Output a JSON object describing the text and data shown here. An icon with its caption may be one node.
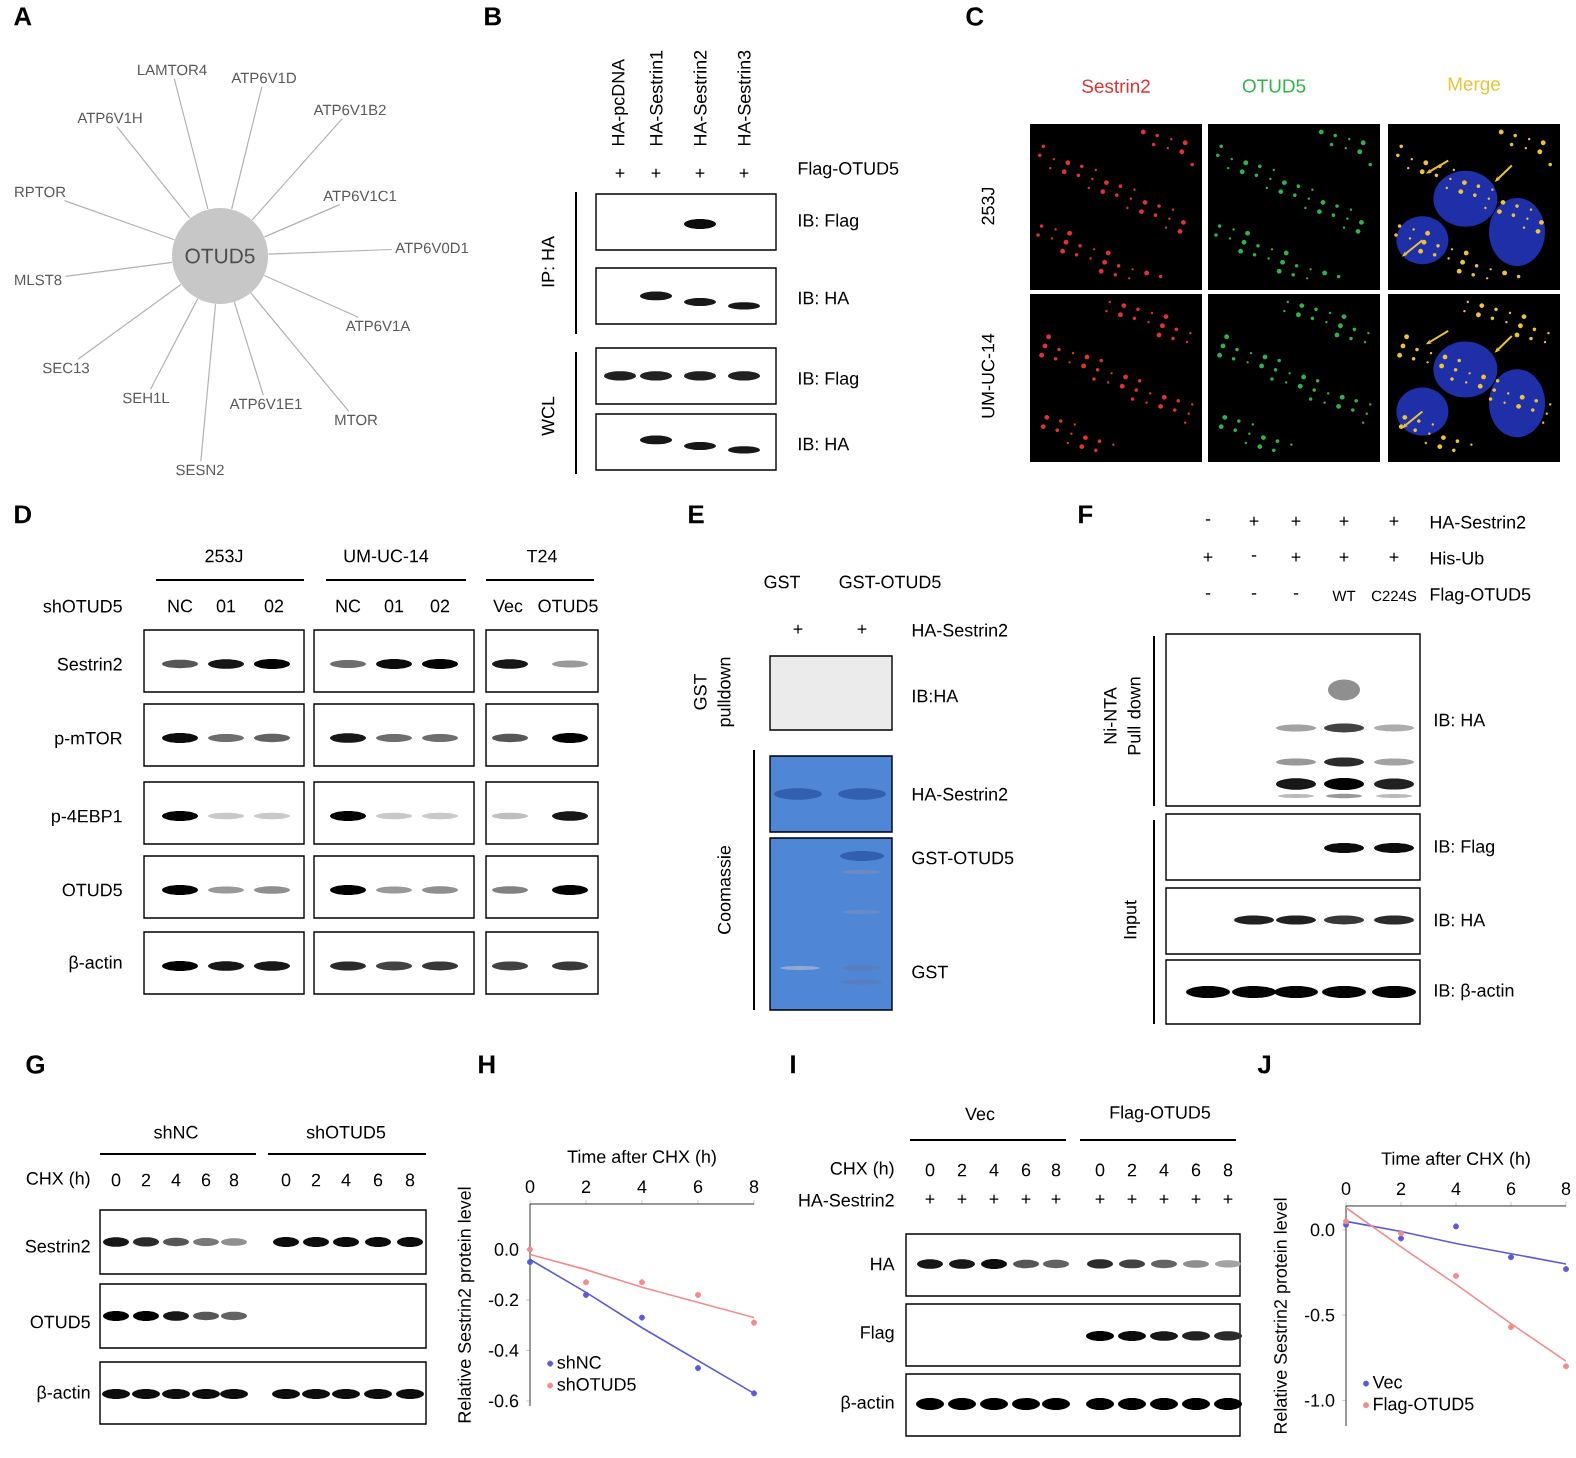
{
  "diagram": {
    "nodes": [
      {
        "text": [
          "OTUD5"
        ]
      },
      {
        "text": [
          "LAMTOR4"
        ]
      },
      {
        "text": [
          "ATP6V1D"
        ]
      },
      {
        "text": [
          "ATP6V1H"
        ]
      },
      {
        "text": [
          "ATP6V1B2"
        ]
      },
      {
        "text": [
          "RPTOR"
        ]
      },
      {
        "text": [
          "ATP6V1C1"
        ]
      },
      {
        "text": [
          "ATP6V0D1"
        ]
      },
      {
        "text": [
          "MLST8"
        ]
      },
      {
        "text": [
          "ATP6V1A"
        ]
      },
      {
        "text": [
          "SEC13"
        ]
      },
      {
        "text": [
          "SEH1L"
        ]
      },
      {
        "text": [
          "ATP6V1E1"
        ]
      },
      {
        "text": [
          "MTOR"
        ]
      },
      {
        "text": [
          "SESN2"
        ]
      }
    ],
    "edges": [
      {
        "from": 0,
        "to": 1,
        "arrow": "none"
      },
      {
        "from": 0,
        "to": 2,
        "arrow": "none"
      },
      {
        "from": 0,
        "to": 3,
        "arrow": "none"
      },
      {
        "from": 0,
        "to": 4,
        "arrow": "none"
      },
      {
        "from": 0,
        "to": 5,
        "arrow": "none"
      },
      {
        "from": 0,
        "to": 6,
        "arrow": "none"
      },
      {
        "from": 0,
        "to": 7,
        "arrow": "none"
      },
      {
        "from": 0,
        "to": 8,
        "arrow": "none"
      },
      {
        "from": 0,
        "to": 9,
        "arrow": "none"
      },
      {
        "from": 0,
        "to": 10,
        "arrow": "none"
      },
      {
        "from": 0,
        "to": 11,
        "arrow": "none"
      },
      {
        "from": 0,
        "to": 12,
        "arrow": "none"
      },
      {
        "from": 0,
        "to": 13,
        "arrow": "none"
      },
      {
        "from": 0,
        "to": 14,
        "arrow": "none"
      }
    ],
    "labels": [
      "A",
      "B",
      "HA-pcDNA",
      "HA-Sestrin1",
      "HA-Sestrin2",
      "HA-Sestrin3",
      "+",
      "+",
      "+",
      "+",
      "Flag-OTUD5",
      "IP: HA",
      "IB: Flag",
      "IB: HA",
      "WCL",
      "IB: Flag",
      "IB: HA",
      "C",
      "Sestrin2",
      "OTUD5",
      "Merge",
      "253J",
      "UM-UC-14",
      "D",
      "253J",
      "UM-UC-14",
      "T24",
      "shOTUD5",
      "NC",
      "01",
      "02",
      "NC",
      "01",
      "02",
      "Vec",
      "OTUD5",
      "Sestrin2",
      "p-mTOR",
      "p-4EBP1",
      "OTUD5",
      "β-actin",
      "E",
      "GST",
      "GST-OTUD5",
      "+",
      "+",
      "HA-Sestrin2",
      "GST pulldown",
      "IB:HA",
      "Coomassie",
      "HA-Sestrin2",
      "GST-OTUD5",
      "GST",
      "F",
      "-",
      "+",
      "+",
      "+",
      "+",
      "HA-Sestrin2",
      "+",
      "-",
      "+",
      "+",
      "+",
      "His-Ub",
      "-",
      "-",
      "-",
      "WT",
      "C224S",
      "Flag-OTUD5",
      "Ni-NTA Pull down",
      "IB: HA",
      "Input",
      "IB: Flag",
      "IB: HA",
      "IB: β-actin",
      "G",
      "shNC",
      "shOTUD5",
      "CHX (h)",
      "0",
      "2",
      "4",
      "6",
      "8",
      "0",
      "2",
      "4",
      "6",
      "8",
      "Sestrin2",
      "OTUD5",
      "β-actin",
      "H",
      "I",
      "Vec",
      "Flag-OTUD5",
      "CHX (h)",
      "0",
      "2",
      "4",
      "6",
      "8",
      "0",
      "2",
      "4",
      "6",
      "8",
      "HA-Sestrin2",
      "+",
      "+",
      "+",
      "+",
      "+",
      "+",
      "+",
      "+",
      "+",
      "+",
      "HA",
      "Flag",
      "β-actin",
      "J"
    ],
    "chart_data": [
      {
        "type": "scatter",
        "xlabel": "Time after CHX (h)",
        "ylabel": "Relative Sestrin2 protein level",
        "x": [
          0,
          2,
          4,
          6,
          8
        ],
        "series": [
          {
            "name": "shNC",
            "color": "#5a5ad8",
            "values": [
              -0.05,
              -0.18,
              -0.27,
              -0.47,
              -0.57
            ]
          },
          {
            "name": "shOTUD5",
            "color": "#f08c8c",
            "values": [
              0.0,
              -0.13,
              -0.13,
              -0.18,
              -0.29
            ]
          },
          {
            "type": "line",
            "color": "#5a5ad8",
            "values": [
              -0.04,
              -0.17,
              -0.31,
              -0.44,
              -0.57
            ]
          },
          {
            "type": "line",
            "color": "#f08c8c",
            "values": [
              -0.02,
              -0.08,
              -0.15,
              -0.21,
              -0.27
            ]
          }
        ],
        "xlim": [
          0,
          8
        ],
        "ylim": [
          -0.62,
          0.18
        ],
        "xticks": [
          0,
          2,
          4,
          6,
          8
        ],
        "legend": "lower left",
        "yticks": [
          {
            "value": 0,
            "label": "0.0"
          },
          {
            "value": -0.2,
            "label": "-0.2"
          },
          {
            "value": -0.4,
            "label": "-0.4"
          },
          {
            "value": -0.6,
            "label": "-0.6"
          }
        ]
      },
      {
        "type": "scatter",
        "xlabel": "Time after CHX (h)",
        "ylabel": "Relative Sestrin2 protein level",
        "x": [
          0,
          2,
          4,
          6,
          8
        ],
        "series": [
          {
            "name": "Vec",
            "color": "#5a5ad8",
            "values": [
              0.03,
              -0.05,
              0.02,
              -0.16,
              -0.23
            ]
          },
          {
            "name": "Flag-OTUD5",
            "color": "#f08c8c",
            "values": [
              0.05,
              -0.02,
              -0.27,
              -0.57,
              -0.8
            ]
          },
          {
            "type": "line",
            "color": "#5a5ad8",
            "values": [
              0.05,
              -0.01,
              -0.08,
              -0.14,
              -0.2
            ]
          },
          {
            "type": "line",
            "color": "#f08c8c",
            "values": [
              0.13,
              -0.1,
              -0.32,
              -0.55,
              -0.77
            ]
          }
        ],
        "xlim": [
          0,
          8
        ],
        "ylim": [
          -1.15,
          0.14
        ],
        "xticks": [
          0,
          2,
          4,
          6,
          8
        ],
        "legend": "lower left",
        "yticks": [
          {
            "value": 0,
            "label": "0.0"
          },
          {
            "value": -0.5,
            "label": "-0.5"
          },
          {
            "value": -1,
            "label": "-1.0"
          }
        ]
      }
    ]
  }
}
